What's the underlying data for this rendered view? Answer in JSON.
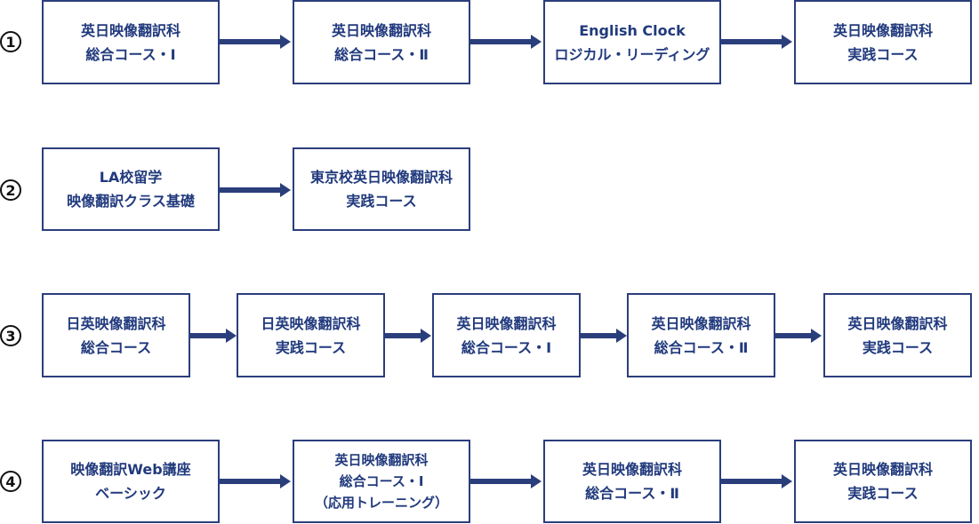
{
  "rows": [
    {
      "number": "1",
      "boxes": [
        [
          "英日映像翻訳科",
          "総合コース・Ⅰ"
        ],
        [
          "英日映像翻訳科",
          "総合コース・Ⅱ"
        ],
        [
          "English Clock",
          "ロジカル・リーディング"
        ],
        [
          "英日映像翻訳科",
          "実践コース"
        ]
      ]
    },
    {
      "number": "2",
      "boxes": [
        [
          "LA校留学",
          "映像翻訳クラス基礎"
        ],
        [
          "東京校英日映像翻訳科",
          "実践コース"
        ]
      ]
    },
    {
      "number": "3",
      "boxes": [
        [
          "日英映像翻訳科",
          "総合コース"
        ],
        [
          "日英映像翻訳科",
          "実践コース"
        ],
        [
          "英日映像翻訳科",
          "総合コース・Ⅰ"
        ],
        [
          "英日映像翻訳科",
          "総合コース・Ⅱ"
        ],
        [
          "英日映像翻訳科",
          "実践コース"
        ]
      ]
    },
    {
      "number": "4",
      "boxes": [
        [
          "映像翻訳Web講座",
          "ベーシック"
        ],
        [
          "英日映像翻訳科",
          "総合コース・Ⅰ",
          "（応用トレーニング）"
        ],
        [
          "英日映像翻訳科",
          "総合コース・Ⅱ"
        ],
        [
          "英日映像翻訳科",
          "実践コース"
        ]
      ]
    }
  ]
}
